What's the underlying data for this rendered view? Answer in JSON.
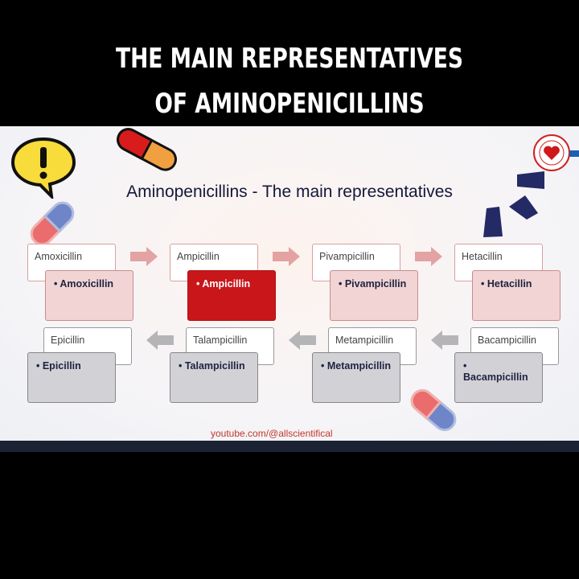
{
  "header": {
    "line1": "THE MAIN REPRESENTATIVES",
    "line2": "OF AMINOPENICILLINS"
  },
  "slide": {
    "title": "Aminopenicillins - The main representatives",
    "footer": "youtube.com/@allscientifical"
  },
  "row1": [
    {
      "label": "Amoxicillin",
      "item": "• Amoxicillin",
      "active": false
    },
    {
      "label": "Ampicillin",
      "item": "• Ampicillin",
      "active": true
    },
    {
      "label": "Pivampicillin",
      "item": "• Pivampicillin",
      "active": false
    },
    {
      "label": "Hetacillin",
      "item": "• Hetacillin",
      "active": false
    }
  ],
  "row2": [
    {
      "label": "Epicillin",
      "item": "• Epicillin"
    },
    {
      "label": "Talampicillin",
      "item": "• Talampicillin"
    },
    {
      "label": "Metampicillin",
      "item": "• Metampicillin"
    },
    {
      "label": "Bacampicillin",
      "item": "• Bacampicillin"
    }
  ],
  "colors": {
    "active": "#c8161b",
    "pink": "#f2d4d4",
    "gray": "#d2d1d6",
    "title": "#13183a"
  }
}
